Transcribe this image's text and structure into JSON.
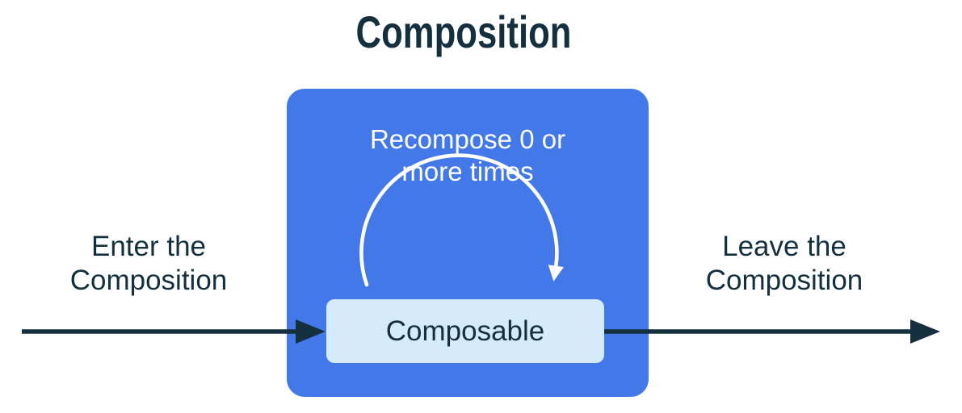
{
  "diagram": {
    "title": "Composition",
    "recompose_label": {
      "line1": "Recompose 0 or",
      "line2": "more times"
    },
    "composable_label": "Composable",
    "enter_label": {
      "line1": "Enter the",
      "line2": "Composition"
    },
    "leave_label": {
      "line1": "Leave the",
      "line2": "Composition"
    }
  },
  "icons": {
    "enter_arrow": "right-arrow",
    "leave_arrow": "right-arrow",
    "recompose_loop": "curved-loop-arrow"
  },
  "colors": {
    "background": "#ffffff",
    "composition_box": "#4378E9",
    "composable_box": "#D5EAFB",
    "text_dark": "#14303F",
    "text_light": "#ffffff",
    "flow_arrow": "#14303F",
    "loop_arrow": "#ffffff"
  }
}
